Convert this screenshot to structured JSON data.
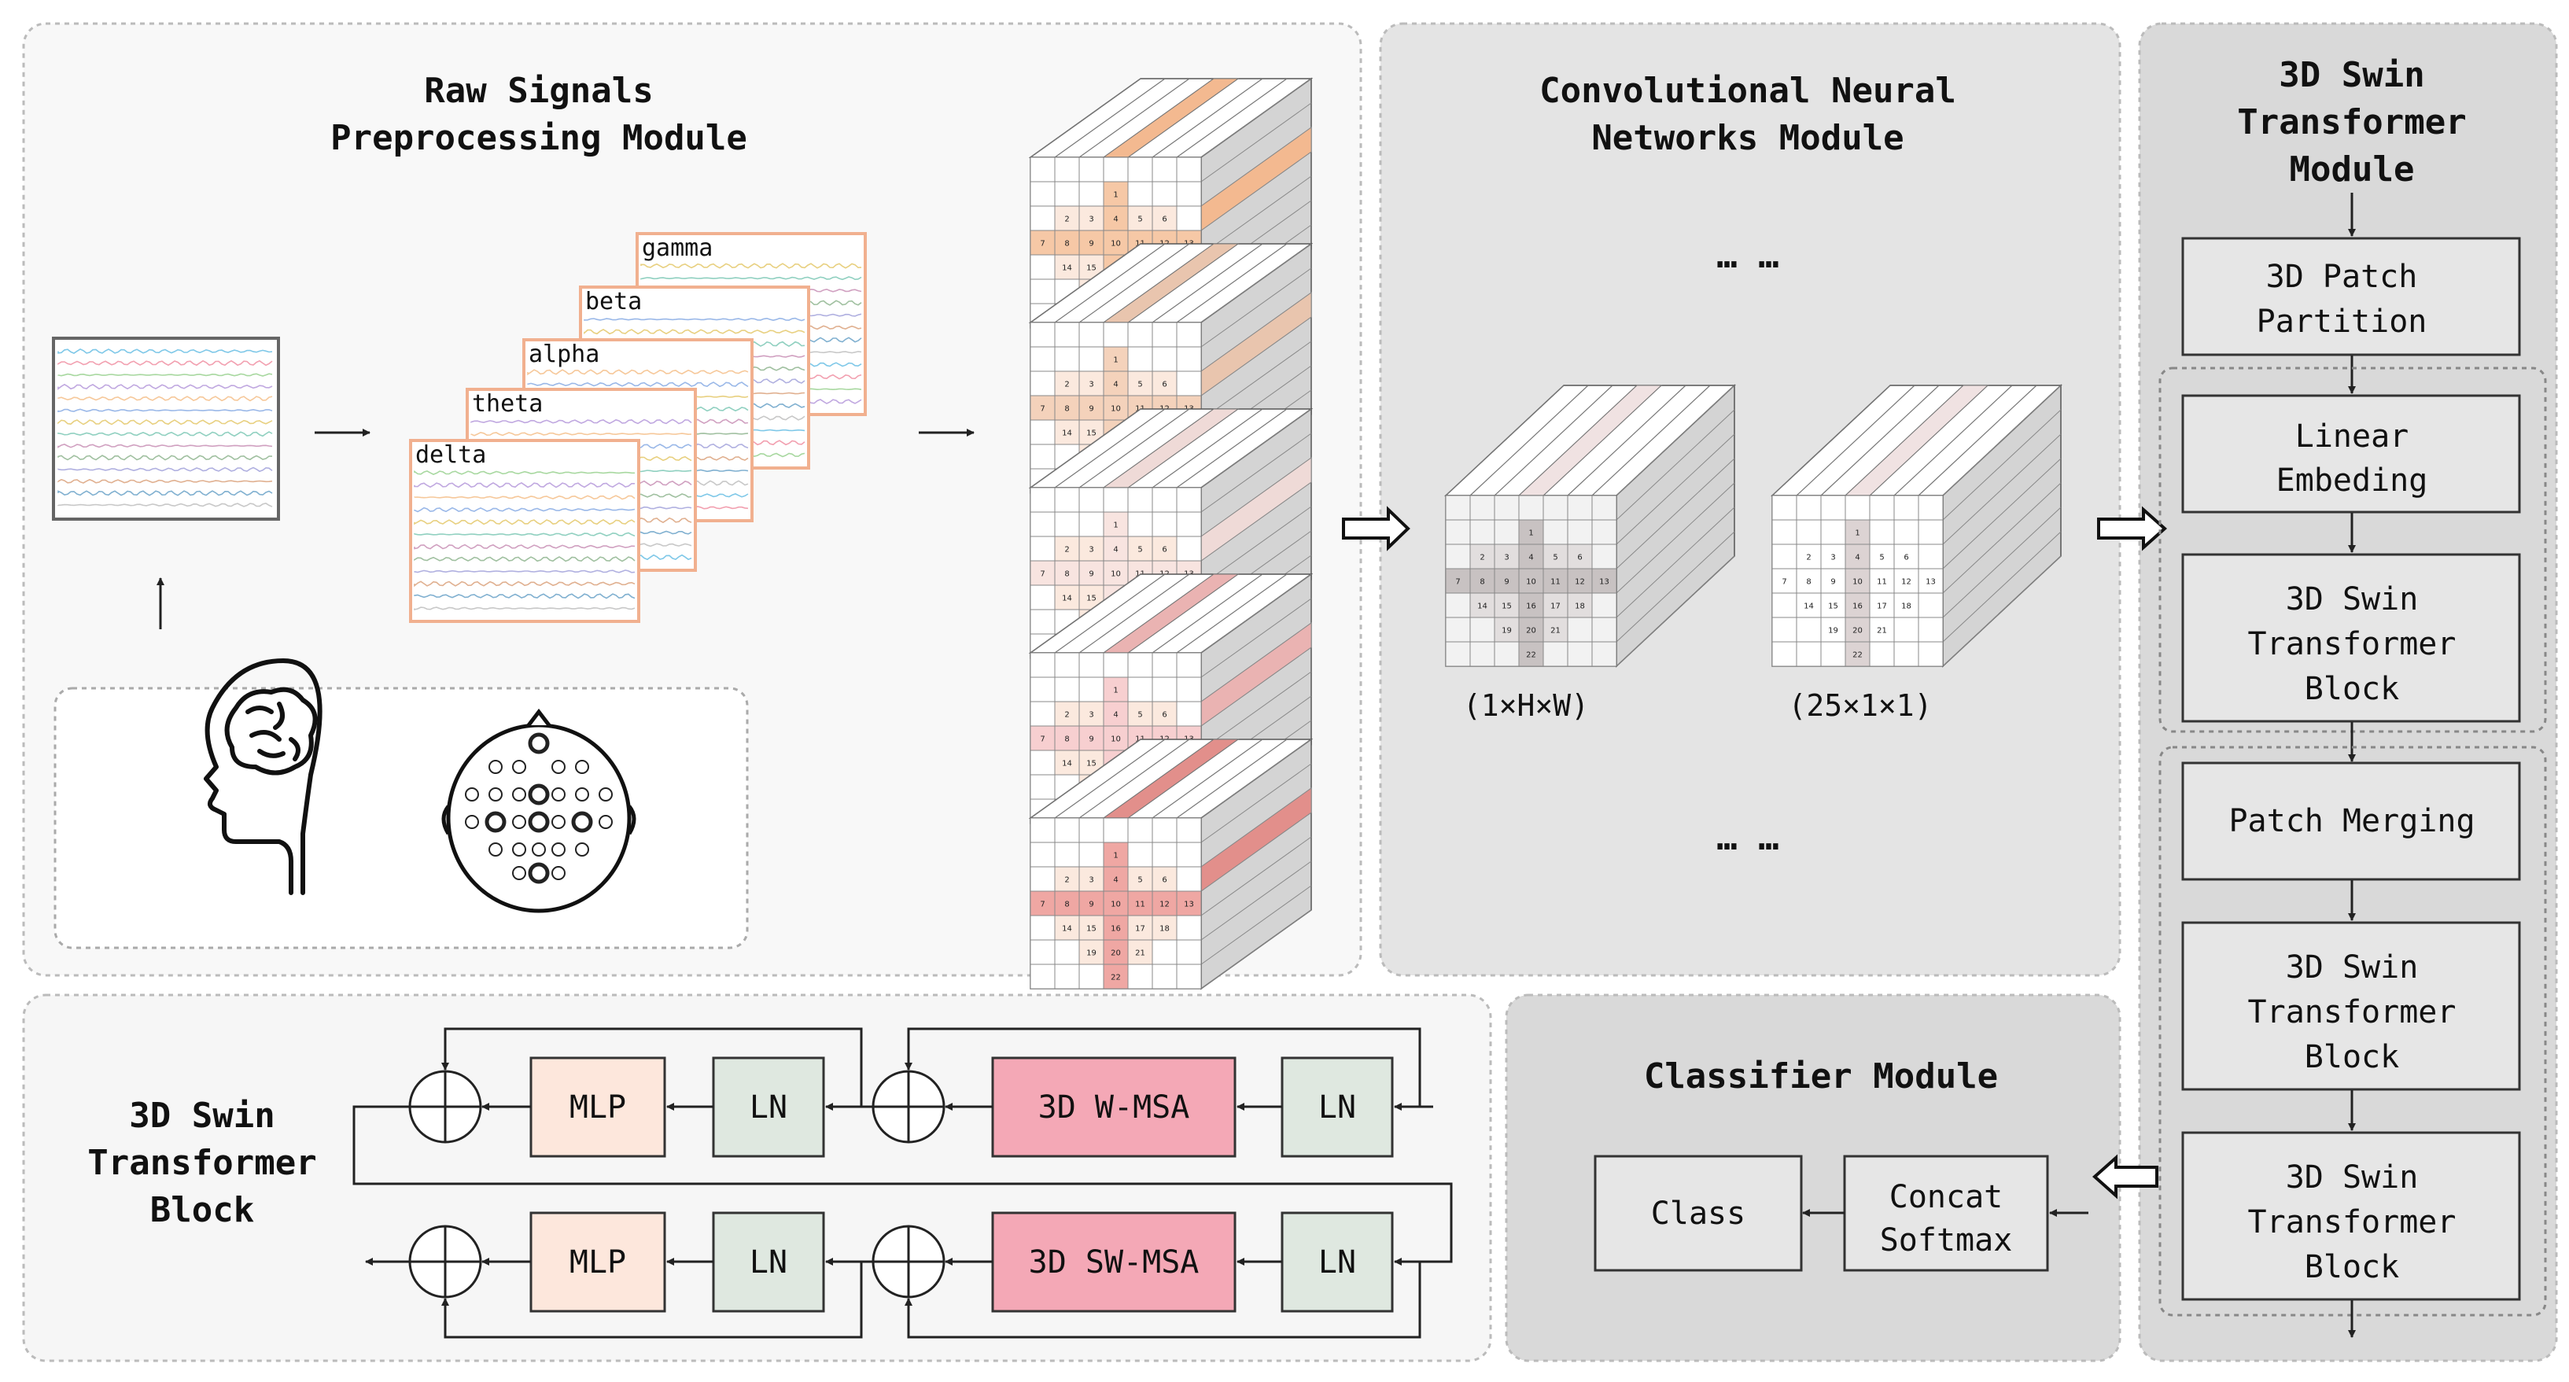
{
  "preprocessing": {
    "title_line1": "Raw Signals",
    "title_line2": "Preprocessing Module",
    "bands": [
      "delta",
      "theta",
      "alpha",
      "beta",
      "gamma"
    ]
  },
  "grid_labels": [
    "1",
    "2",
    "3",
    "4",
    "5",
    "6",
    "7",
    "8",
    "9",
    "10",
    "11",
    "12",
    "13",
    "14",
    "15",
    "16",
    "17",
    "18",
    "19",
    "20",
    "21",
    "22"
  ],
  "cnn": {
    "title_line1": "Convolutional Neural",
    "title_line2": "Networks Module",
    "ellipsis": "… …",
    "dim_left": "(1×H×W)",
    "dim_right": "(25×1×1)"
  },
  "swin_module": {
    "title_line1": "3D Swin",
    "title_line2": "Transformer",
    "title_line3": "Module",
    "patch_partition_line1": "3D Patch",
    "patch_partition_line2": "Partition",
    "linear_embedding_line1": "Linear",
    "linear_embedding_line2": "Embeding",
    "block_line1": "3D Swin",
    "block_line2": "Transformer",
    "block_line3": "Block",
    "patch_merging": "Patch Merging"
  },
  "swin_block": {
    "title_line1": "3D Swin",
    "title_line2": "Transformer",
    "title_line3": "Block",
    "mlp": "MLP",
    "ln": "LN",
    "w_msa": "3D W-MSA",
    "sw_msa": "3D SW-MSA"
  },
  "classifier": {
    "title": "Classifier Module",
    "class_label": "Class",
    "concat_line1": "Concat",
    "concat_line2": "Softmax"
  },
  "colors": {
    "panel_light": "#f7f7f7",
    "panel_mid": "#e3e3e3",
    "panel_dark": "#d8d8d8",
    "box_fill": "#e6e6e6",
    "mlp_fill": "#fde7dc",
    "ln_fill": "#dfe8e0",
    "msa_fill": "#f4a8b6",
    "grid_orange": "#f6c8a6",
    "grid_red": "#efa7a3",
    "grid_gray": "#c8c2c2"
  }
}
